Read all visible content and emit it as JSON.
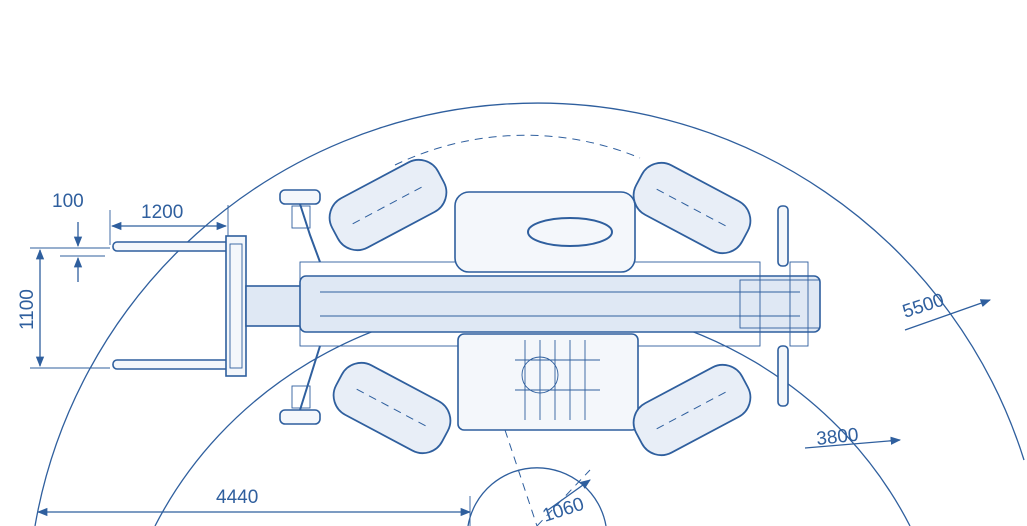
{
  "colors": {
    "line": "#2f5f9e",
    "background": "#ffffff"
  },
  "dimensions": {
    "fork_thickness": "100",
    "fork_length": "1200",
    "fork_spread": "1100",
    "outer_radius": "5500",
    "inner_radius": "3800",
    "overall_length": "4440",
    "small_radius": "1060"
  }
}
